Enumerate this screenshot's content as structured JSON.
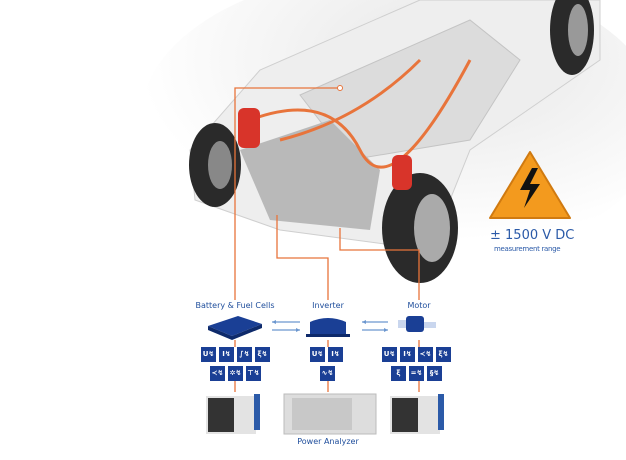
{
  "components": [
    {
      "label": "Battery & Fuel Cells",
      "tiles": [
        "U↯",
        "I↯",
        "∫↯",
        "ξ↯",
        "≺↯",
        "✲↯",
        "⊤↯"
      ]
    },
    {
      "label": "Inverter",
      "tiles": [
        "U↯",
        "I↯",
        "∿↯"
      ]
    },
    {
      "label": "Motor",
      "tiles": [
        "U↯",
        "I↯",
        "≺↯",
        "ξ↯",
        "ξ",
        "=↯",
        "§↯"
      ]
    }
  ],
  "device_label": "Power Analyzer",
  "warning": {
    "value": "± 1500 V DC",
    "sub": "measurement range"
  },
  "colors": {
    "accent": "#1a3f95",
    "wire": "#e8743b",
    "warning": "#f39a1e"
  }
}
